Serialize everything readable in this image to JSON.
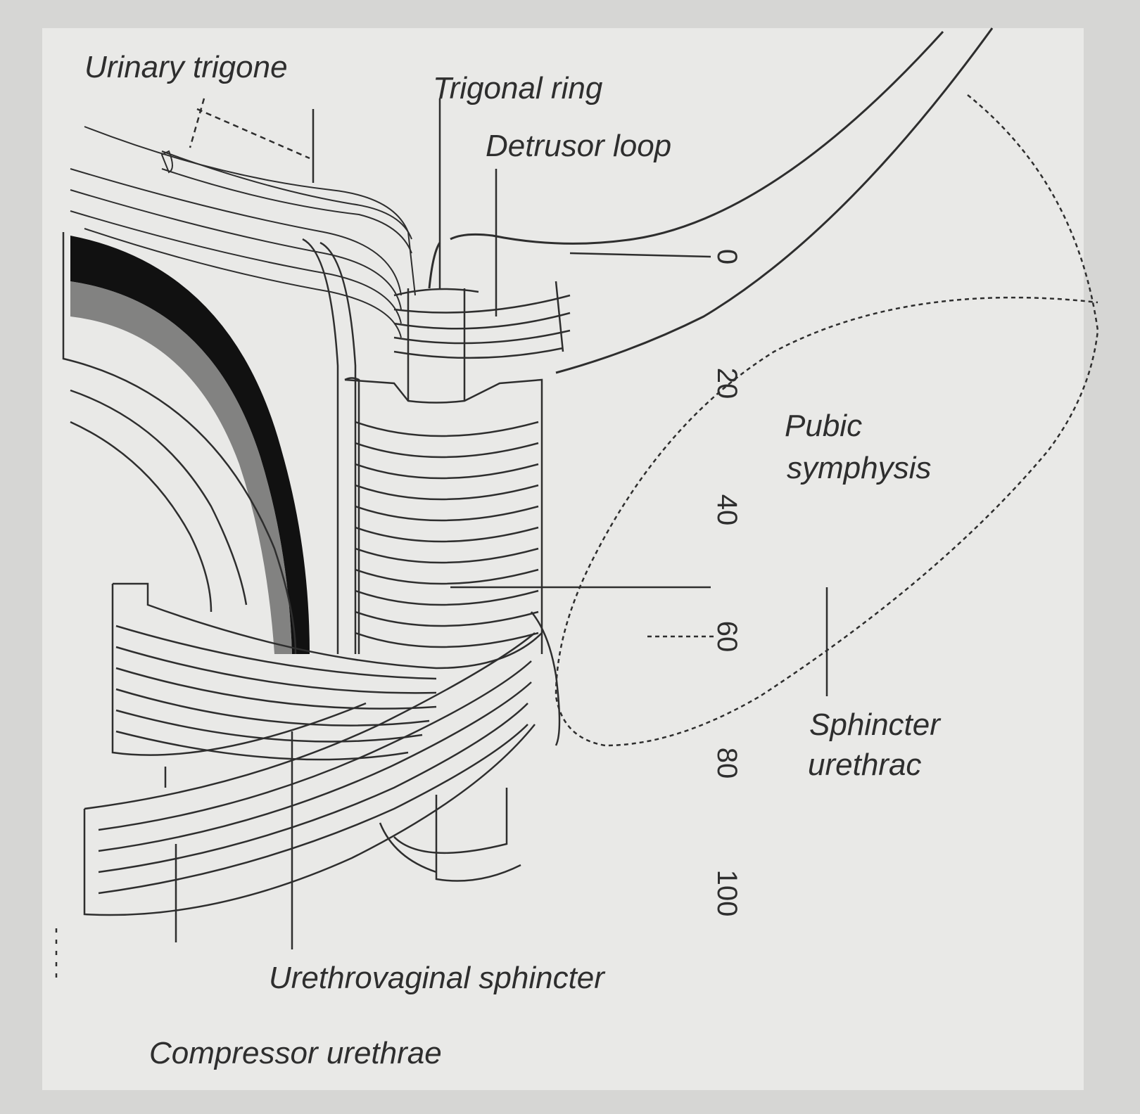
{
  "labels": {
    "urinary_trigone": "Urinary trigone",
    "trigonal_ring": "Trigonal ring",
    "detrusor_loop": "Detrusor loop",
    "pubic_line1": "Pubic",
    "pubic_line2": "symphysis",
    "sphincter_line1": "Sphincter",
    "sphincter_line2": "urethrac",
    "urethrovaginal": "Urethrovaginal sphincter",
    "compressor": "Compressor urethrae"
  },
  "scale_ticks": [
    "0",
    "20",
    "40",
    "60",
    "80",
    "100"
  ],
  "colors": {
    "background": "#d6d6d4",
    "line": "#2e2e2e",
    "paper": "#e9e9e7",
    "shade": "#111111"
  }
}
